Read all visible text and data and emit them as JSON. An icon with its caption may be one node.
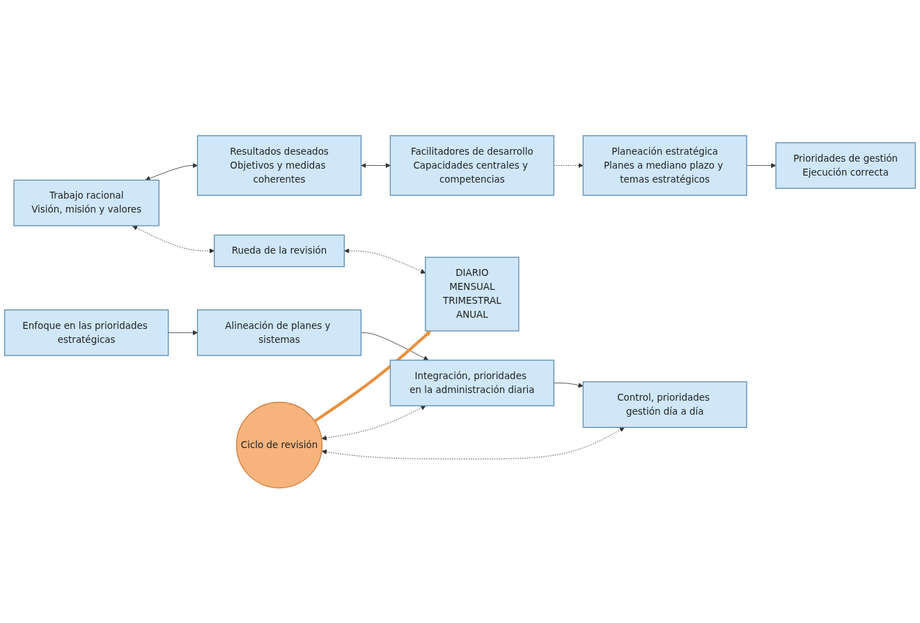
{
  "diagram": {
    "nodes": [
      {
        "text": [
          "Trabajo racional",
          "Visión, misión y valores"
        ]
      },
      {
        "text": [
          "Resultados deseados",
          "Objetivos y medidas coherentes"
        ]
      },
      {
        "text": [
          "Facilitadores de desarrollo",
          "Capacidades centrales y competencias"
        ]
      },
      {
        "text": [
          "Planeación estratégica",
          "Planes a mediano plazo y temas estratégicos"
        ]
      },
      {
        "text": [
          "Prioridades de gestión",
          "Ejecución correcta"
        ]
      },
      {
        "text": [
          "Enfoque en las prioridades estratégicas"
        ]
      },
      {
        "text": [
          "Alineación de planes y sistemas"
        ]
      },
      {
        "text": [
          "Integración, prioridades en la administración diaria"
        ]
      },
      {
        "text": [
          "Control, prioridades gestión día a día"
        ]
      },
      {
        "text": [
          "Rueda de la revisión"
        ]
      },
      {
        "text": [
          "DIARIO",
          "MENSUAL",
          "TRIMESTRAL",
          "ANUAL"
        ]
      },
      {
        "text": [
          "Ciclo de revisión"
        ]
      }
    ],
    "edges": [
      {
        "from": 0,
        "to": 1,
        "arrow": "both"
      },
      {
        "from": 1,
        "to": 2,
        "arrow": "both"
      },
      {
        "from": 2,
        "to": 3,
        "arrow": "to",
        "style": "dashed"
      },
      {
        "from": 3,
        "to": 4,
        "arrow": "to"
      },
      {
        "from": 5,
        "to": 6,
        "arrow": "to"
      },
      {
        "from": 6,
        "to": 7,
        "arrow": "to"
      },
      {
        "from": 7,
        "to": 8,
        "arrow": "to"
      },
      {
        "from": 0,
        "to": 9,
        "arrow": "both",
        "style": "dashed"
      },
      {
        "from": 9,
        "to": 10,
        "arrow": "both",
        "style": "dashed"
      },
      {
        "from": 11,
        "to": 10,
        "arrow": "to",
        "style": "thick",
        "color": "#e8903e"
      },
      {
        "from": 11,
        "to": 7,
        "arrow": "both",
        "style": "dashed"
      },
      {
        "from": 11,
        "to": 8,
        "arrow": "both",
        "style": "dashed"
      }
    ]
  }
}
